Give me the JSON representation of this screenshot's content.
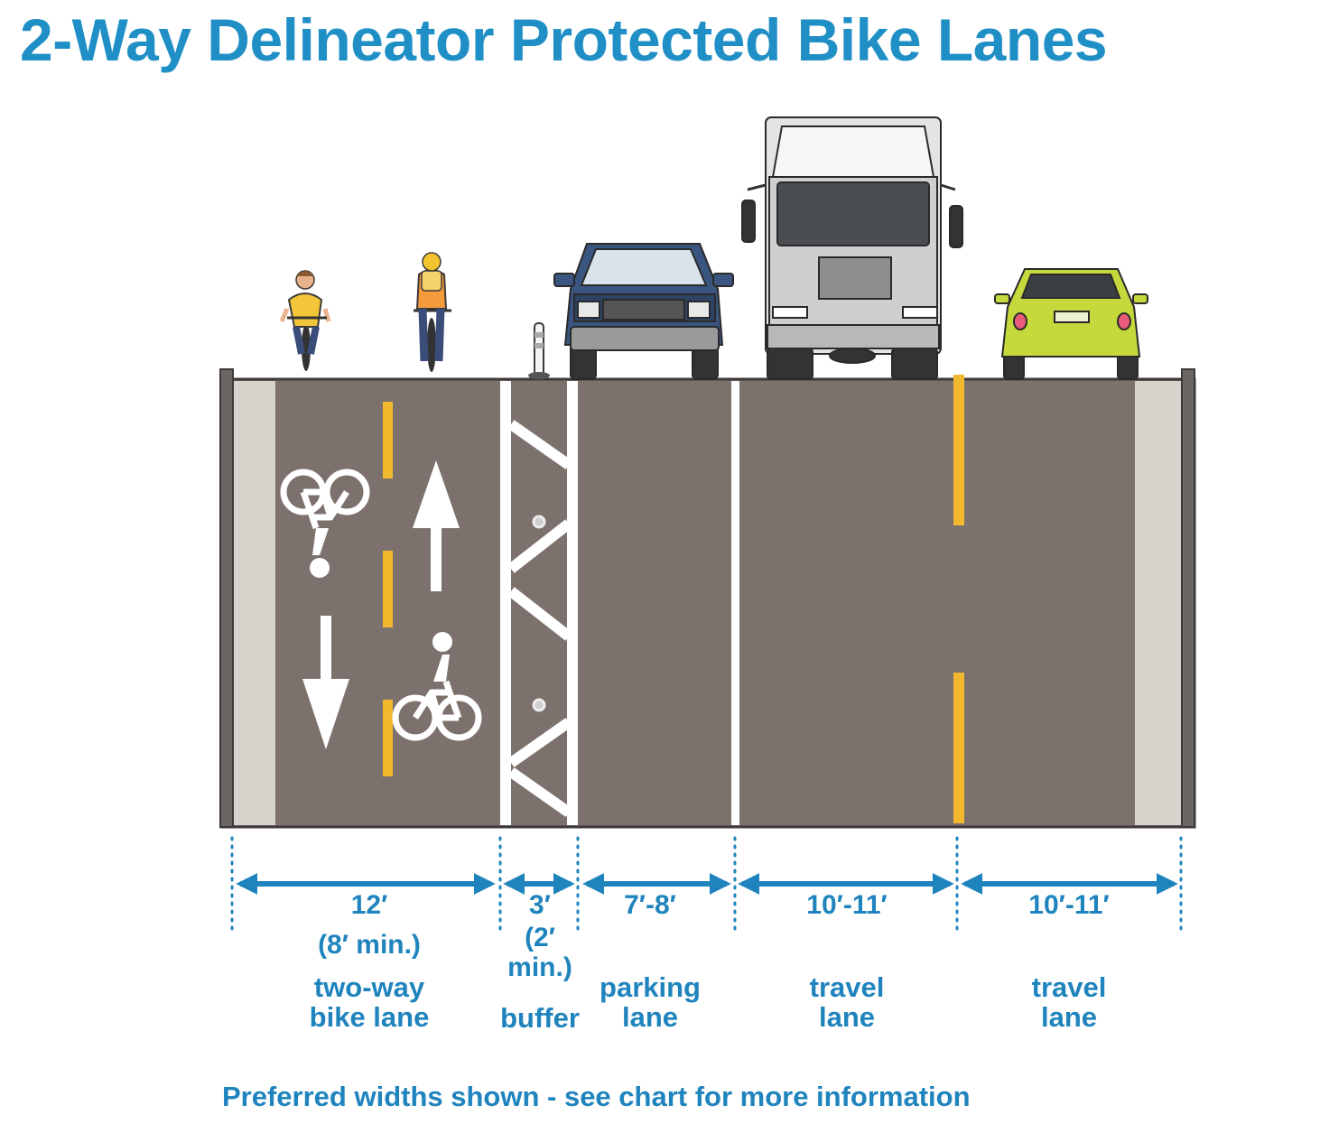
{
  "title": "2-Way Delineator Protected Bike Lanes",
  "footnote": "Preferred widths shown - see chart for more information",
  "colors": {
    "title": "#1f8fc6",
    "label": "#1f84bd",
    "asphalt": "#7d716d",
    "sidewalk": "#d6d3cd",
    "yellow_line": "#f2b92f",
    "white_marking": "#ffffff"
  },
  "segments": [
    {
      "id": "bike",
      "width": "12′",
      "min": "(8′ min.)",
      "name_line1": "two-way",
      "name_line2": "bike lane"
    },
    {
      "id": "buffer",
      "width": "3′",
      "min_line1": "(2′",
      "min_line2": "min.)",
      "name_line1": "buffer"
    },
    {
      "id": "parking",
      "width": "7′-8′",
      "name_line1": "parking",
      "name_line2": "lane"
    },
    {
      "id": "travel1",
      "width": "10′-11′",
      "name_line1": "travel",
      "name_line2": "lane"
    },
    {
      "id": "travel2",
      "width": "10′-11′",
      "name_line1": "travel",
      "name_line2": "lane"
    }
  ],
  "icons": [
    "cyclist-icon",
    "delineator-post-icon",
    "pickup-truck-icon",
    "box-truck-icon",
    "hatchback-car-icon",
    "bike-symbol-icon",
    "arrow-up-icon",
    "arrow-down-icon",
    "dimension-arrow-icon"
  ]
}
